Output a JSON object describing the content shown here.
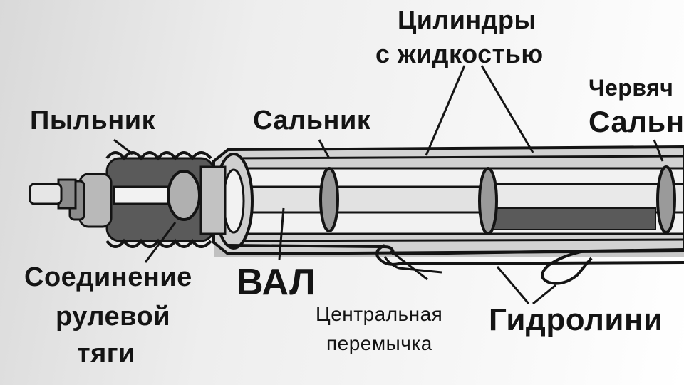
{
  "labels": {
    "boot": "Пыльник",
    "seal_left": "Сальник",
    "cylinders_line1": "Цилиндры",
    "cylinders_line2": "с жидкостью",
    "worm": "Червяч",
    "seal_right": "Сальн",
    "tie_rod_line1": "Соединение",
    "tie_rod_line2": "рулевой",
    "tie_rod_line3": "тяги",
    "shaft": "ВАЛ",
    "bridge_line1": "Центральная",
    "bridge_line2": "перемычка",
    "hydraulic_lines": "Гидролини"
  },
  "colors": {
    "ink": "#141414",
    "tube_fill": "#d2d2d2",
    "chamber_fill": "#f2f2f2",
    "boot_dark": "#5a5a5a",
    "piston_fill": "#9a9a9a"
  }
}
